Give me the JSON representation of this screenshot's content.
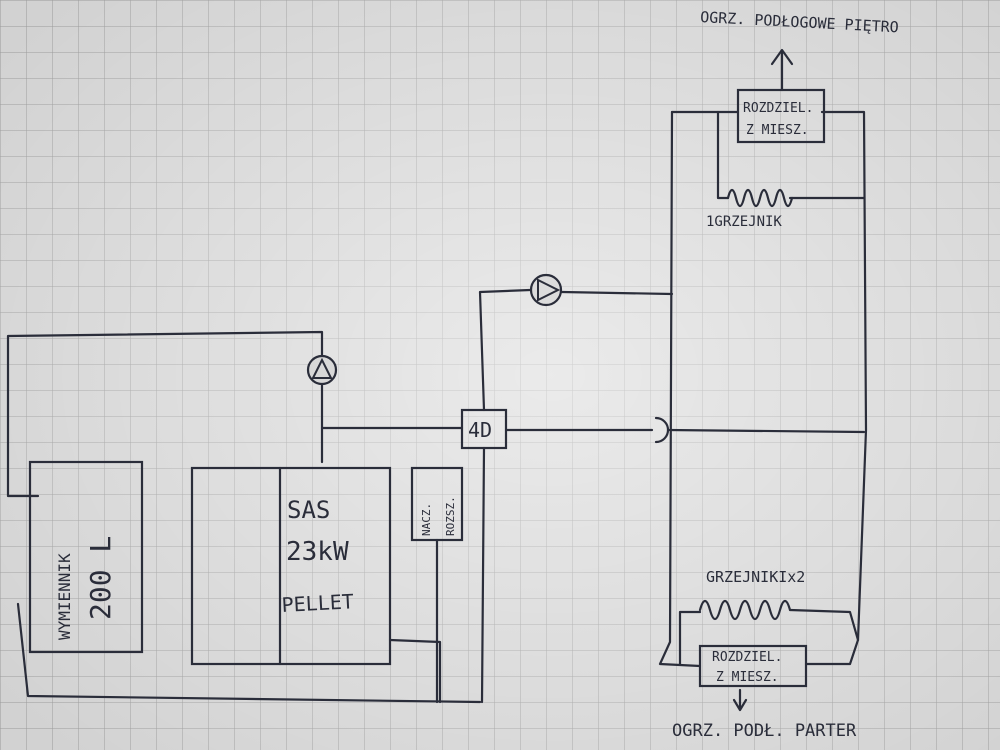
{
  "diagram": {
    "labels": {
      "ogrz_poplogowe": "OGRZ. PODŁOGOWE PIĘTRO",
      "rozdziel_top_1": "ROZDZIEL.",
      "rozdziel_top_2": "Z MIESZ.",
      "grzejnik_1": "1GRZEJNIK",
      "wymiennik_1": "WYMIENNIK",
      "wymiennik_2": "200 L",
      "sas_1": "SAS",
      "sas_2": "23kW",
      "sas_3": "PELLET",
      "naczynie_1": "NACZ.",
      "naczynie_2": "ROZSZ.",
      "zawor": "4D",
      "grzejniki_x2": "GRZEJNIKIx2",
      "rozdziel_bottom_1": "ROZDZIEL.",
      "rozdziel_bottom_2": "Z MIESZ.",
      "ogrz_parter": "OGRZ. PODŁ. PARTER"
    }
  }
}
